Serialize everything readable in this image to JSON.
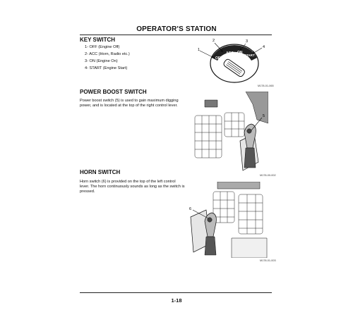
{
  "header": {
    "title": "OPERATOR'S STATION"
  },
  "key_switch": {
    "heading": "KEY SWITCH",
    "items": [
      "1-  OFF (Engine Off)",
      "2-  ACC (Horn, Radio etc.)",
      "3-  ON (Engine On)",
      "4-  START (Engine Start)"
    ],
    "figure": {
      "callouts": [
        "1",
        "2",
        "3",
        "4"
      ],
      "dial_marks": [
        "OFF",
        "ACC",
        "ON",
        "START"
      ],
      "caption": "M178-01-065"
    }
  },
  "power_boost": {
    "heading": "POWER BOOST SWITCH",
    "text": "Power boost switch (5) is used to gain maximum digging power, and is located at the top of the right control lever.",
    "figure": {
      "callout": "5",
      "caption": "M178-00-002"
    }
  },
  "horn": {
    "heading": "HORN SWITCH",
    "text": "Horn switch (6) is provided on the top of the left control lever. The horn continuously sounds as long as the switch is pressed.",
    "figure": {
      "callout": "6",
      "caption": "M178-01-003"
    }
  },
  "footer": {
    "page_number": "1-18"
  }
}
